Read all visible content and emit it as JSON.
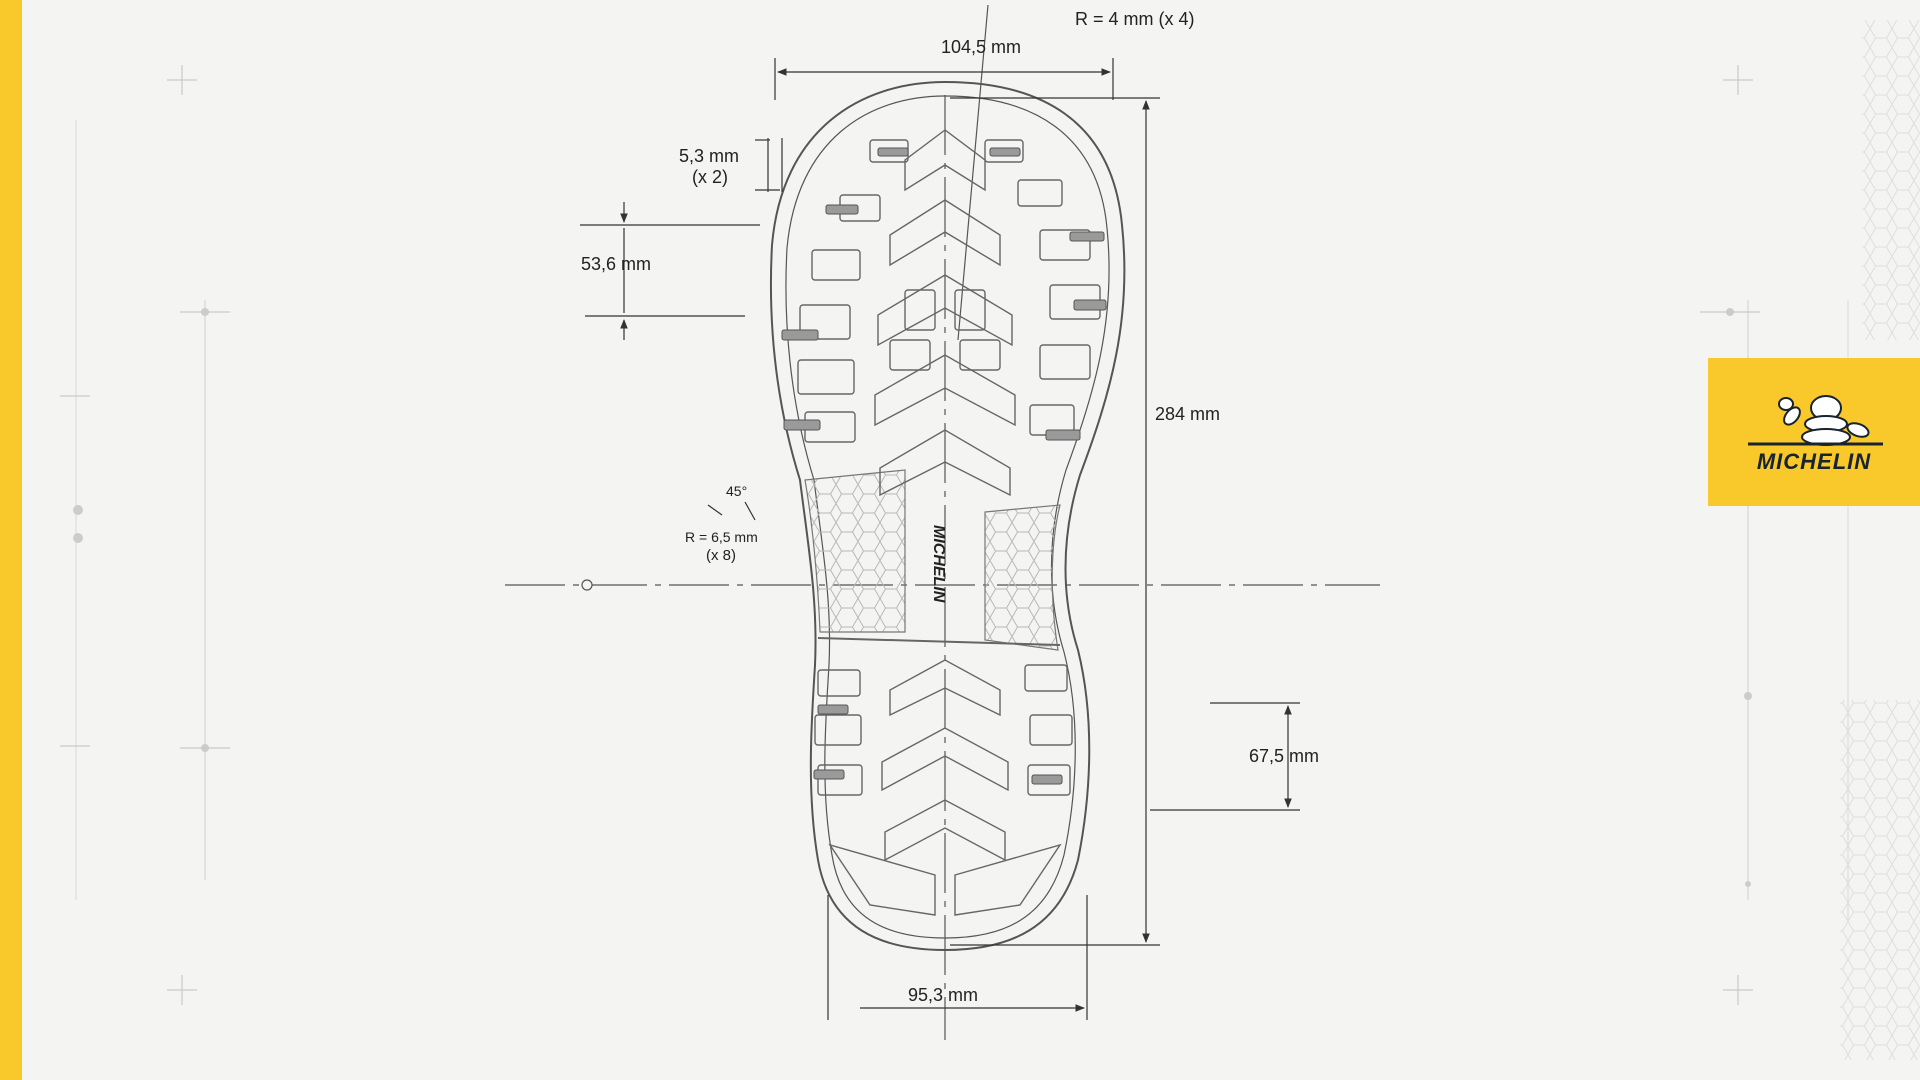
{
  "brand": {
    "name": "MICHELIN",
    "accent_color": "#f9c82b",
    "text_color": "#17232f",
    "sole_mark_color": "#6a3fa0"
  },
  "dimensions": {
    "top_radius": "R = 4 mm (x 4)",
    "forefoot_width": "104,5 mm",
    "lug_depth": "5,3 mm",
    "lug_depth_count": "(x 2)",
    "lug_pitch": "53,6 mm",
    "total_length": "284 mm",
    "angle": "45°",
    "corner_radius": "R = 6,5 mm",
    "corner_radius_count": "(x 8)",
    "heel_length": "67,5 mm",
    "heel_width": "95,3 mm"
  },
  "icons": {
    "mascot": "michelin-man-icon"
  }
}
